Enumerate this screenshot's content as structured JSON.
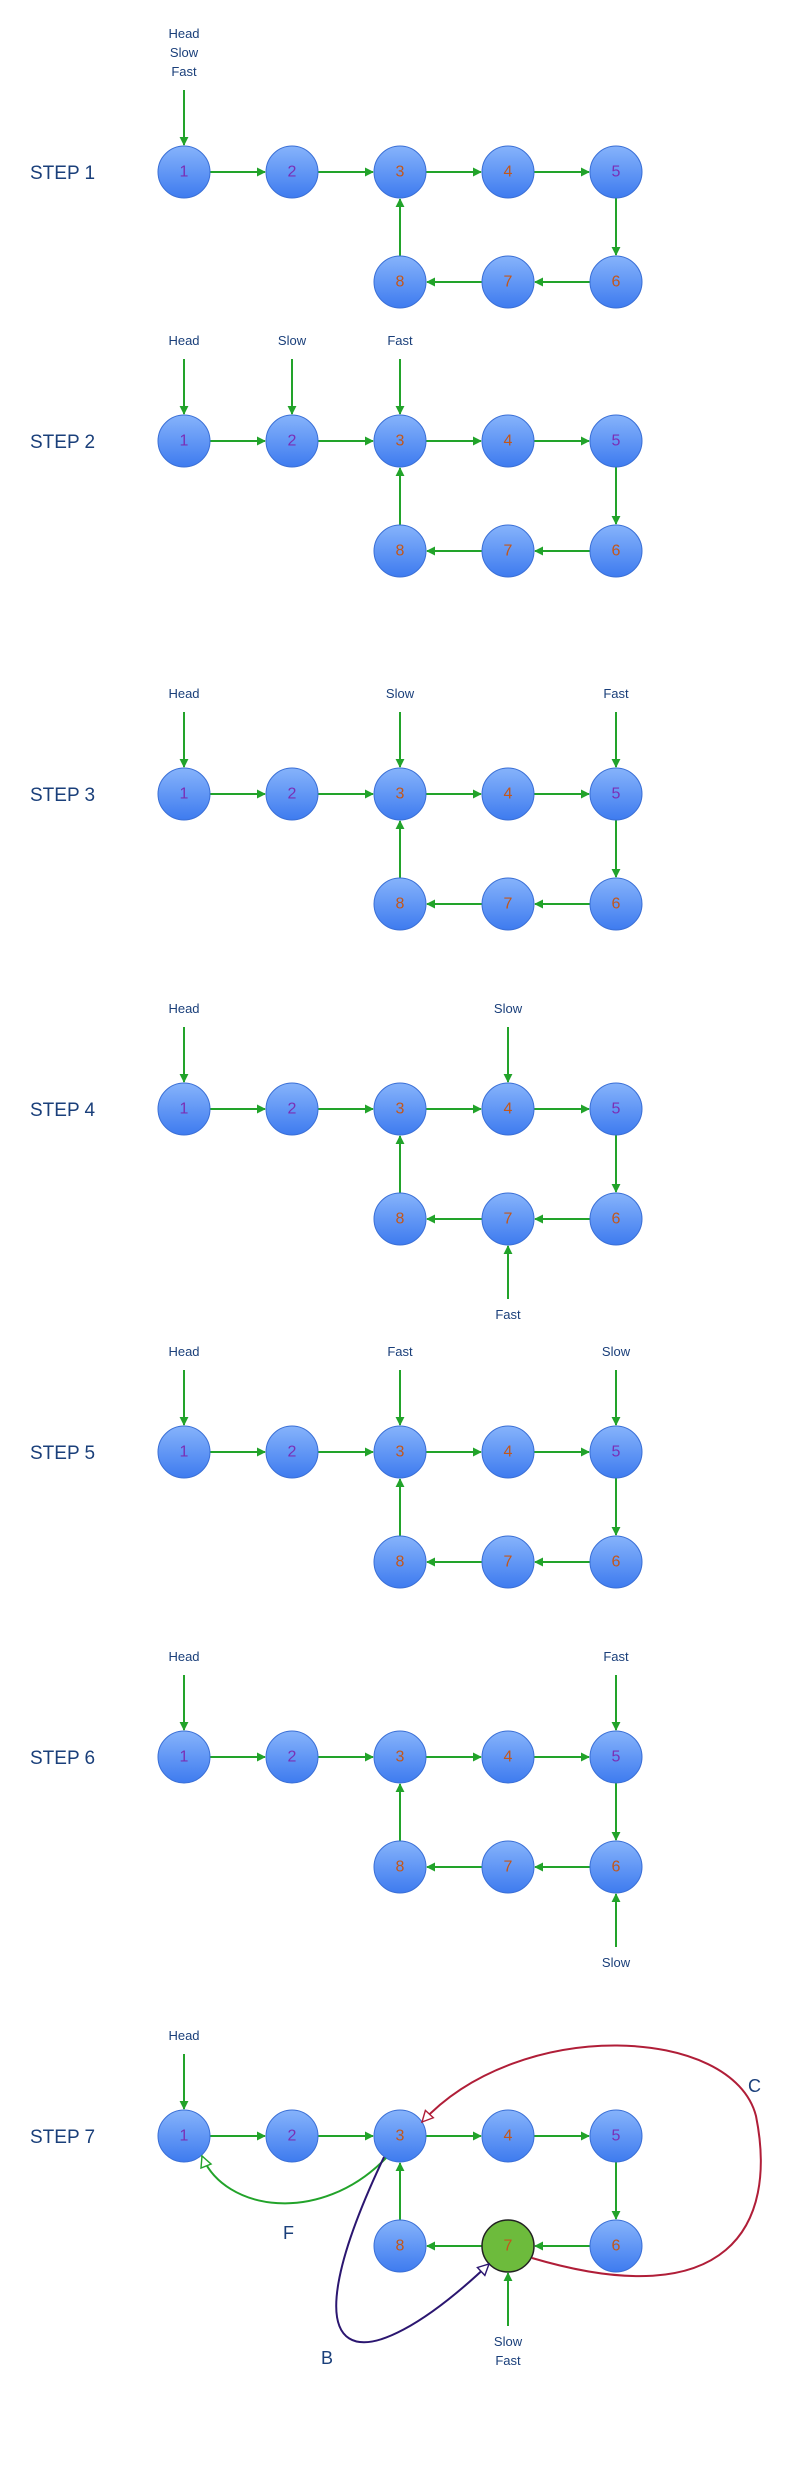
{
  "colors": {
    "node_fill_top": "#86b3fb",
    "node_fill_bottom": "#3e7bef",
    "node_stroke": "#3a6fd6",
    "meet_fill": "#6dbb3c",
    "meet_stroke": "#222222",
    "arrow": "#22a32a",
    "num_orange": "#c2571b",
    "num_purple": "#7a2fb5",
    "label": "#1a3f7a",
    "curve_f": "#22a32a",
    "curve_b": "#2b1670",
    "curve_c": "#b01e38"
  },
  "node_numbers": [
    "1",
    "2",
    "3",
    "4",
    "5",
    "6",
    "7",
    "8"
  ],
  "steps": [
    {
      "label": "STEP 1",
      "pointers": [
        {
          "node": "1",
          "pos": "above",
          "lines": [
            "Head",
            "Slow",
            "Fast"
          ]
        }
      ]
    },
    {
      "label": "STEP 2",
      "pointers": [
        {
          "node": "1",
          "pos": "above",
          "lines": [
            "Head"
          ]
        },
        {
          "node": "2",
          "pos": "above",
          "lines": [
            "Slow"
          ]
        },
        {
          "node": "3",
          "pos": "above",
          "lines": [
            "Fast"
          ]
        }
      ]
    },
    {
      "label": "STEP 3",
      "pointers": [
        {
          "node": "1",
          "pos": "above",
          "lines": [
            "Head"
          ]
        },
        {
          "node": "3",
          "pos": "above",
          "lines": [
            "Slow"
          ]
        },
        {
          "node": "5",
          "pos": "above",
          "lines": [
            "Fast"
          ]
        }
      ]
    },
    {
      "label": "STEP 4",
      "pointers": [
        {
          "node": "1",
          "pos": "above",
          "lines": [
            "Head"
          ]
        },
        {
          "node": "4",
          "pos": "above",
          "lines": [
            "Slow"
          ]
        },
        {
          "node": "7",
          "pos": "below",
          "lines": [
            "Fast"
          ]
        }
      ]
    },
    {
      "label": "STEP 5",
      "pointers": [
        {
          "node": "1",
          "pos": "above",
          "lines": [
            "Head"
          ]
        },
        {
          "node": "3",
          "pos": "above",
          "lines": [
            "Fast"
          ]
        },
        {
          "node": "5",
          "pos": "above",
          "lines": [
            "Slow"
          ]
        }
      ]
    },
    {
      "label": "STEP 6",
      "pointers": [
        {
          "node": "1",
          "pos": "above",
          "lines": [
            "Head"
          ]
        },
        {
          "node": "5",
          "pos": "above",
          "lines": [
            "Fast"
          ]
        },
        {
          "node": "6",
          "pos": "below",
          "lines": [
            "Slow"
          ]
        }
      ]
    },
    {
      "label": "STEP 7",
      "pointers": [
        {
          "node": "1",
          "pos": "above",
          "lines": [
            "Head"
          ]
        },
        {
          "node": "7",
          "pos": "below",
          "lines": [
            "Slow",
            "Fast"
          ]
        }
      ],
      "meeting_node": "7",
      "curves": [
        {
          "label": "F",
          "from": "3",
          "to": "1"
        },
        {
          "label": "B",
          "from": "3",
          "to": "7"
        },
        {
          "label": "C",
          "from": "7",
          "to": "3"
        }
      ]
    }
  ]
}
